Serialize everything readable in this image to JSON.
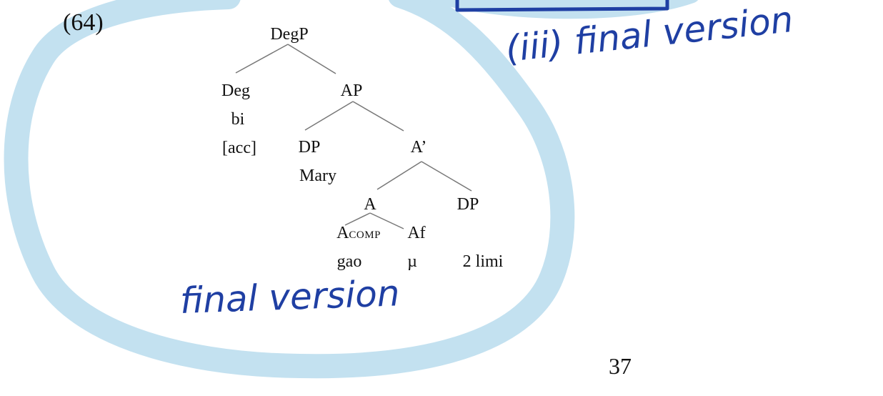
{
  "example": {
    "number": "(64)"
  },
  "tree": {
    "root": "DegP",
    "deg": {
      "label": "Deg",
      "word": "bi",
      "feature": "[acc]"
    },
    "ap": {
      "label": "AP"
    },
    "dp_spec": {
      "label": "DP",
      "word": "Mary"
    },
    "a_bar": {
      "label": "A’"
    },
    "a": {
      "label": "A"
    },
    "dp_comp": {
      "label": "DP",
      "word": "2 limi"
    },
    "a_comp": {
      "label": "A",
      "subscript": "COMP",
      "word": "gao"
    },
    "af": {
      "label": "Af",
      "word": "µ"
    }
  },
  "annotations": {
    "top_note": "(iii) final version",
    "bottom_note": "final version"
  },
  "page": {
    "number": "37"
  },
  "colors": {
    "highlight_circle": "#c3e1f0",
    "handwriting": "#1f3fa3",
    "tree_lines": "#777777",
    "text": "#111111"
  }
}
